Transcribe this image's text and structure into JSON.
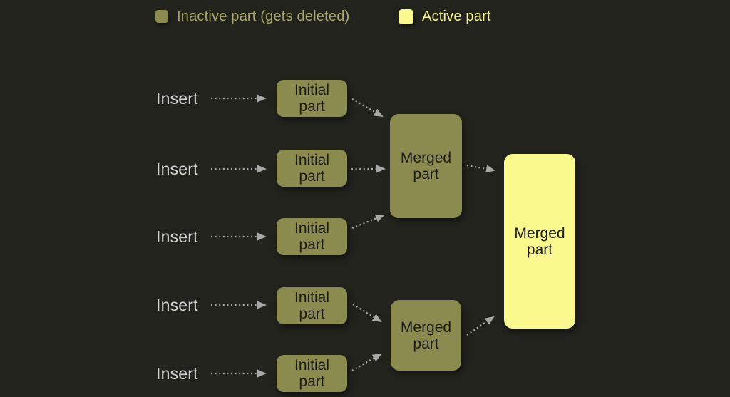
{
  "legend": {
    "inactive": {
      "label": "Inactive part (gets deleted)",
      "swatch_color": "#8b8b50"
    },
    "active": {
      "label": "Active part",
      "swatch_color": "#f9f98d"
    }
  },
  "rows": [
    {
      "insert": "Insert",
      "part_line1": "Initial",
      "part_line2": "part"
    },
    {
      "insert": "Insert",
      "part_line1": "Initial",
      "part_line2": "part"
    },
    {
      "insert": "Insert",
      "part_line1": "Initial",
      "part_line2": "part"
    },
    {
      "insert": "Insert",
      "part_line1": "Initial",
      "part_line2": "part"
    },
    {
      "insert": "Insert",
      "part_line1": "Initial",
      "part_line2": "part"
    }
  ],
  "merged": [
    {
      "line1": "Merged",
      "line2": "part",
      "state": "inactive"
    },
    {
      "line1": "Merged",
      "line2": "part",
      "state": "inactive"
    },
    {
      "line1": "Merged",
      "line2": "part",
      "state": "active"
    }
  ],
  "colors": {
    "background": "#23231e",
    "inactive_fill": "#8b8b50",
    "active_fill": "#f9f98d",
    "box_text": "#1c1c1a",
    "insert_text": "#d3d3d3",
    "legend_inactive_text": "#a8a862",
    "legend_active_text": "#f4f487",
    "arrow": "#a8a8a8"
  }
}
